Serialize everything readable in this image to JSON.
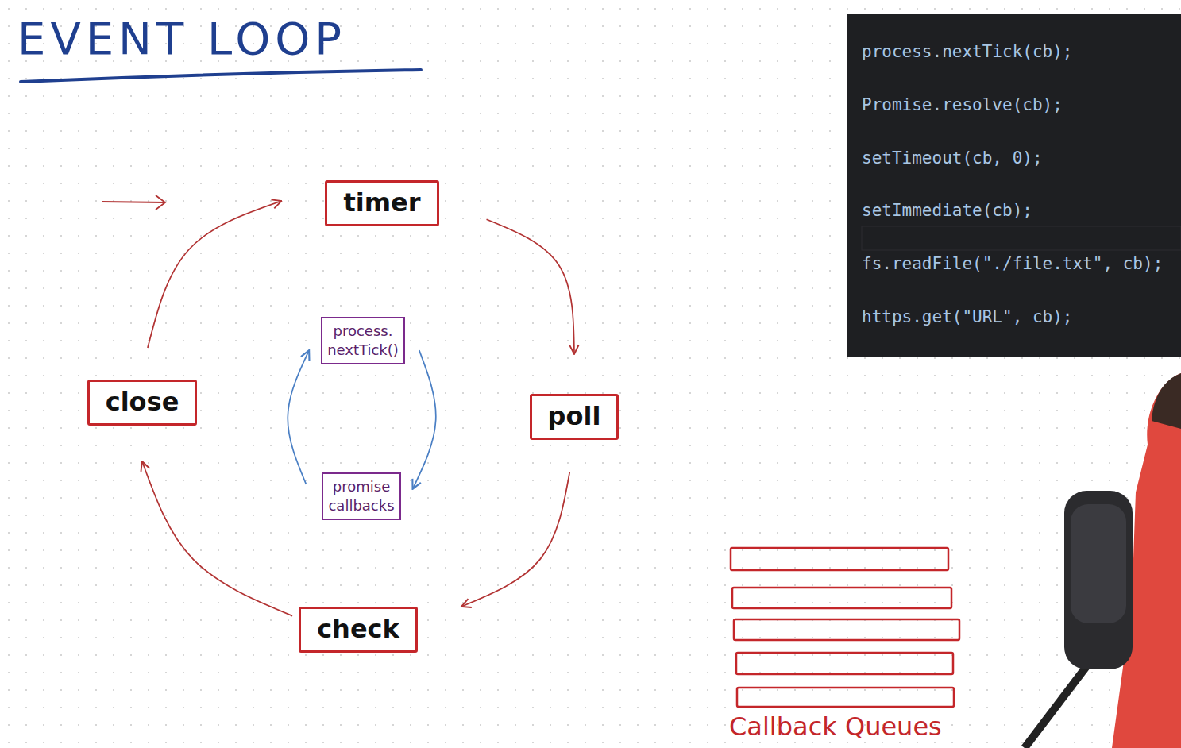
{
  "diagram": {
    "title": "EVENT LOOP",
    "nodes": [
      {
        "text": [
          "timer"
        ]
      },
      {
        "text": [
          "poll"
        ]
      },
      {
        "text": [
          "check"
        ]
      },
      {
        "text": [
          "close"
        ]
      },
      {
        "text": [
          "process. nextTick()"
        ]
      },
      {
        "text": [
          "promise callbacks"
        ]
      }
    ],
    "edges": [
      {
        "from": 0,
        "to": 1,
        "arrow": "to"
      },
      {
        "from": 1,
        "to": 2,
        "arrow": "to"
      },
      {
        "from": 2,
        "to": 3,
        "arrow": "to"
      },
      {
        "from": 3,
        "to": 0,
        "arrow": "to"
      },
      {
        "from": 4,
        "to": 5,
        "arrow": "to"
      },
      {
        "from": 5,
        "to": 4,
        "arrow": "to"
      }
    ],
    "labels": [
      "process.nextTick(cb);",
      "Promise.resolve(cb);",
      "setTimeout(cb, 0);",
      "setImmediate(cb);",
      "fs.readFile(\"./file.txt\", cb);",
      "https.get(\"URL\", cb);",
      "Callback Queues"
    ]
  }
}
